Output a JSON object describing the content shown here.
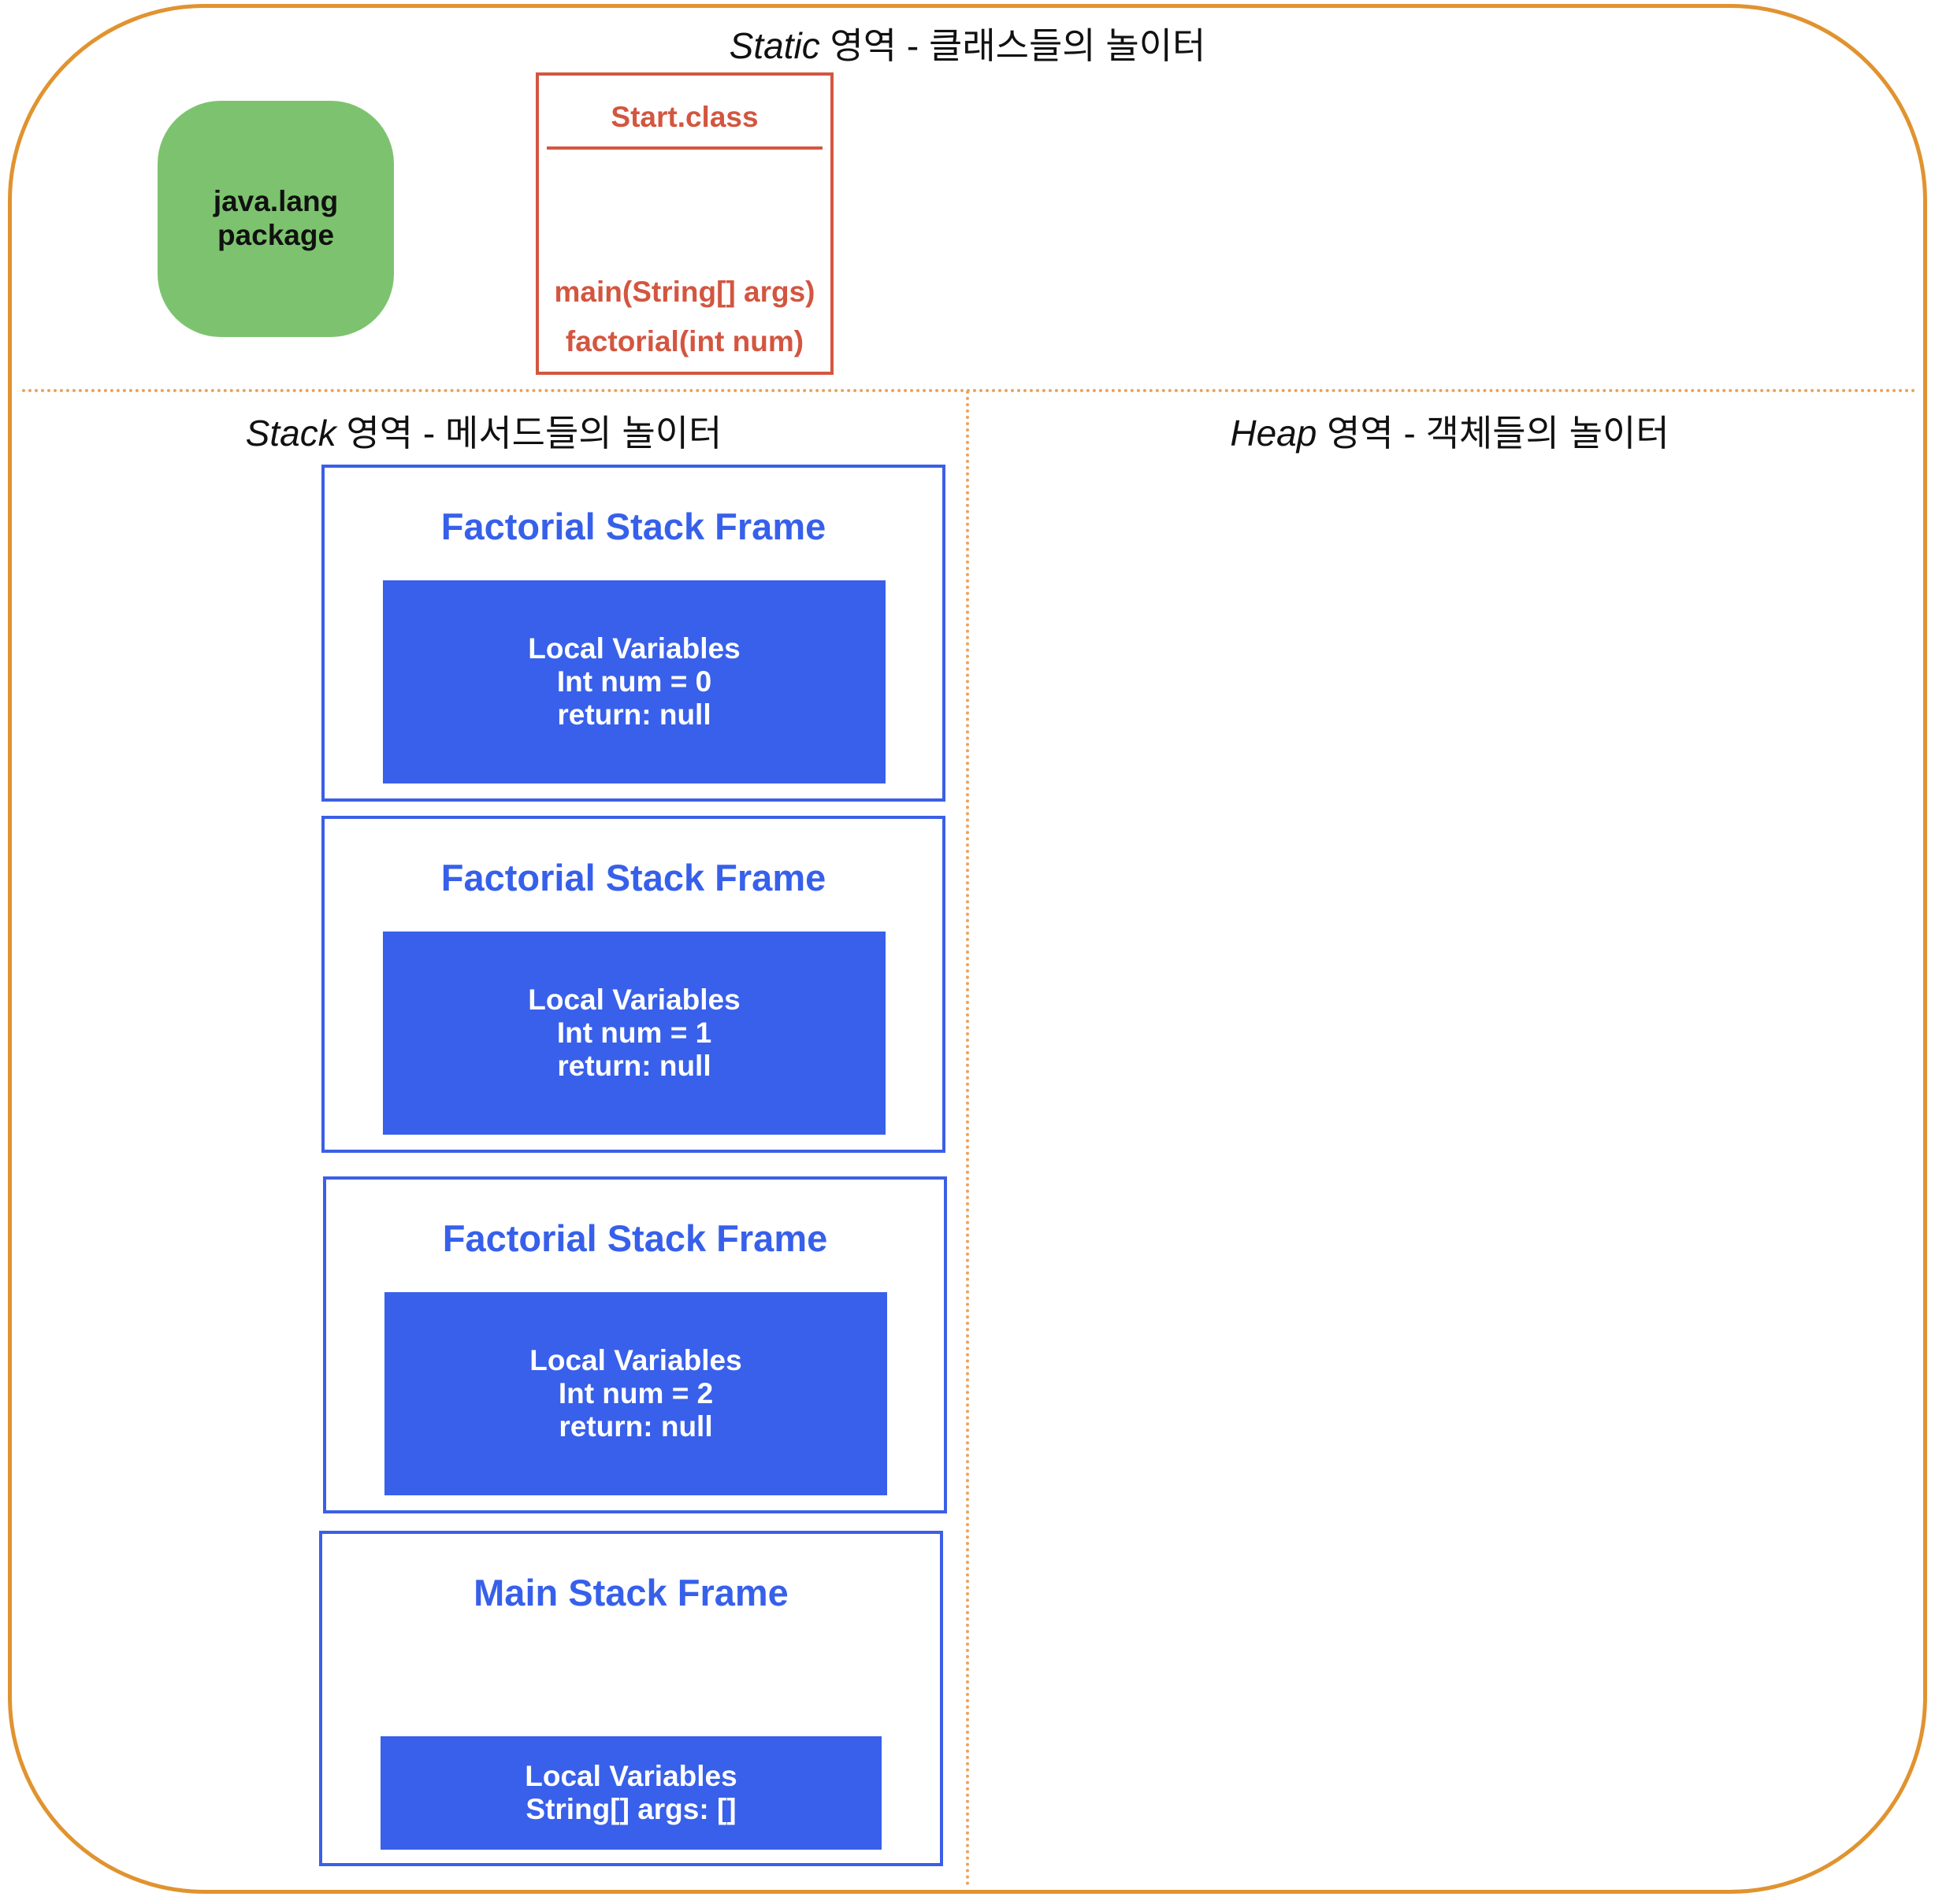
{
  "static_area": {
    "title_italic": "Static",
    "title_rest": " 영역 - 클래스들의 놀이터",
    "package_line1": "java.lang",
    "package_line2": "package",
    "class_box": {
      "name": "Start.class",
      "methods": [
        "main(String[] args)",
        "factorial(int num)"
      ]
    }
  },
  "stack_area": {
    "title_italic": "Stack",
    "title_rest": " 영역 - 메서드들의 놀이터",
    "frames": [
      {
        "title": "Factorial Stack Frame",
        "lines": [
          "Local Variables",
          "Int num = 0",
          "return: null"
        ]
      },
      {
        "title": "Factorial Stack Frame",
        "lines": [
          "Local Variables",
          "Int num = 1",
          "return: null"
        ]
      },
      {
        "title": "Factorial Stack Frame",
        "lines": [
          "Local Variables",
          "Int num = 2",
          "return: null"
        ]
      },
      {
        "title": "Main Stack Frame",
        "lines": [
          "Local Variables",
          "String[] args: []"
        ]
      }
    ]
  },
  "heap_area": {
    "title_italic": "Heap",
    "title_rest": " 영역 - 객체들의 놀이터"
  },
  "colors": {
    "outer_border": "#E0932F",
    "package_fill": "#7DC36F",
    "class_accent": "#D35640",
    "frame_accent": "#3860EA"
  }
}
